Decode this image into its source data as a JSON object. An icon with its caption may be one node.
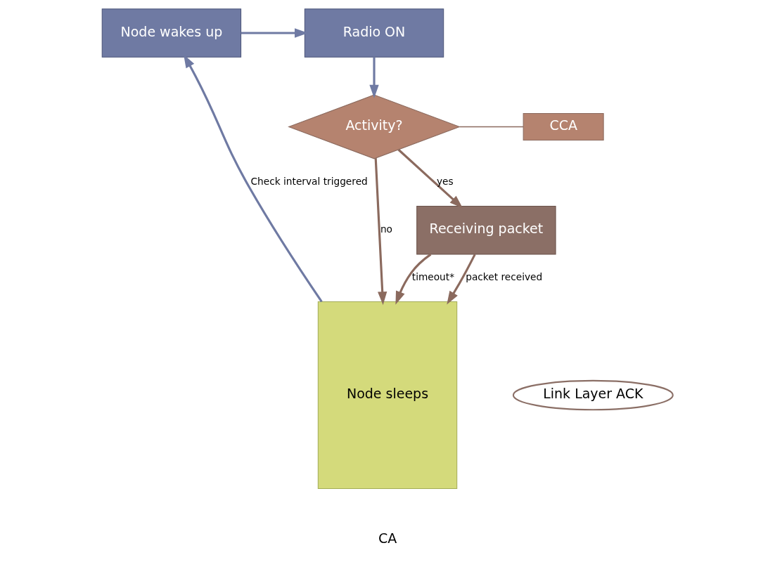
{
  "diagram": {
    "nodes": [
      {
        "text": [
          "Node wakes up"
        ]
      },
      {
        "text": [
          "Radio ON"
        ]
      },
      {
        "text": [
          "CCA"
        ]
      },
      {
        "text": [
          "Activity?"
        ]
      },
      {
        "text": [
          "Node sleeps"
        ]
      },
      {
        "text": [
          "Receiving packet"
        ]
      },
      {
        "text": [
          "Link Layer ACK"
        ]
      }
    ],
    "edges": [
      {
        "from": 0,
        "to": 1,
        "arrow": "to",
        "color": "#6f7aa3"
      },
      {
        "from": 1,
        "to": 3,
        "arrow": "to",
        "color": "#6f7aa3"
      },
      {
        "from": 2,
        "to": 3,
        "arrow": "none"
      },
      {
        "from": 3,
        "to": 4,
        "arrow": "to",
        "label": "no"
      },
      {
        "from": 3,
        "to": 5,
        "arrow": "to",
        "label": "yes"
      },
      {
        "from": 5,
        "to": 4,
        "arrow": "to",
        "label": "timeout*"
      },
      {
        "from": 5,
        "to": 4,
        "arrow": "to",
        "label": "packet received"
      },
      {
        "from": 4,
        "to": 0,
        "arrow": "to",
        "label": "Check interval triggered",
        "color": "#6f7aa3"
      }
    ],
    "labels": [
      "CA"
    ]
  }
}
